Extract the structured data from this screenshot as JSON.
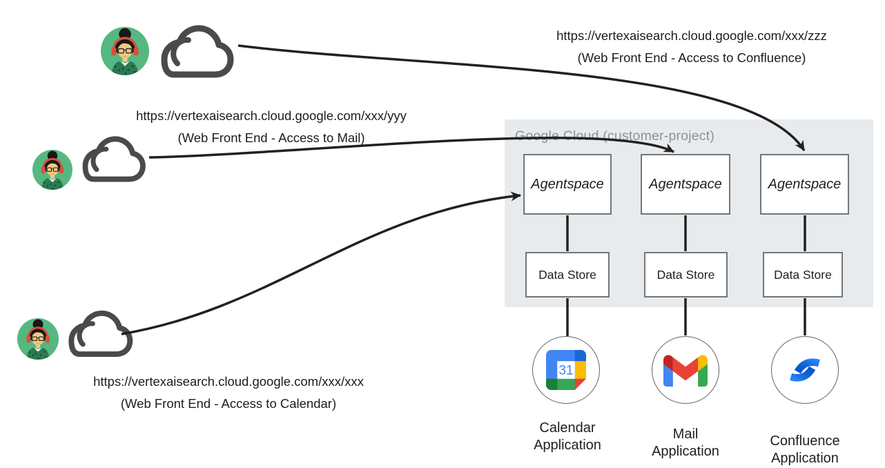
{
  "users": [
    {
      "id": "confluence-user",
      "url": "https://vertexaisearch.cloud.google.com/xxx/zzz",
      "caption": "(Web Front End - Access to Confluence)"
    },
    {
      "id": "mail-user",
      "url": "https://vertexaisearch.cloud.google.com/xxx/yyy",
      "caption": "(Web Front End - Access to Mail)"
    },
    {
      "id": "calendar-user",
      "url": "https://vertexaisearch.cloud.google.com/xxx/xxx",
      "caption": "(Web Front End - Access to Calendar)"
    }
  ],
  "google_cloud": {
    "label": "Google Cloud (customer-project)"
  },
  "columns": [
    {
      "agentspace": "Agentspace",
      "data_store": "Data Store",
      "application": "Calendar\nApplication",
      "icon": "google-calendar-icon"
    },
    {
      "agentspace": "Agentspace",
      "data_store": "Data Store",
      "application": "Mail\nApplication",
      "icon": "gmail-icon"
    },
    {
      "agentspace": "Agentspace",
      "data_store": "Data Store",
      "application": "Confluence\nApplication",
      "icon": "confluence-icon"
    }
  ],
  "calendar_icon": {
    "day": "31"
  },
  "colors": {
    "canvas": "#ffffff",
    "container_bg": "#e8ebee",
    "container_label": "#8d9297",
    "box_border": "#757575",
    "arrow": "#212121",
    "cloud_outline": "#4a4a4a",
    "avatar_bg": "#55b880",
    "avatar_headphones": "#d8503c",
    "google_blue": "#4285f4",
    "google_blue_dark": "#1967d2",
    "google_yellow": "#fbbc04",
    "google_green": "#34a853",
    "google_green_dark": "#188038",
    "google_red": "#ea4335",
    "gmail_dark_red": "#c5221f",
    "confluence_blue": "#1868db",
    "confluence_blue_light": "#2684ff"
  }
}
